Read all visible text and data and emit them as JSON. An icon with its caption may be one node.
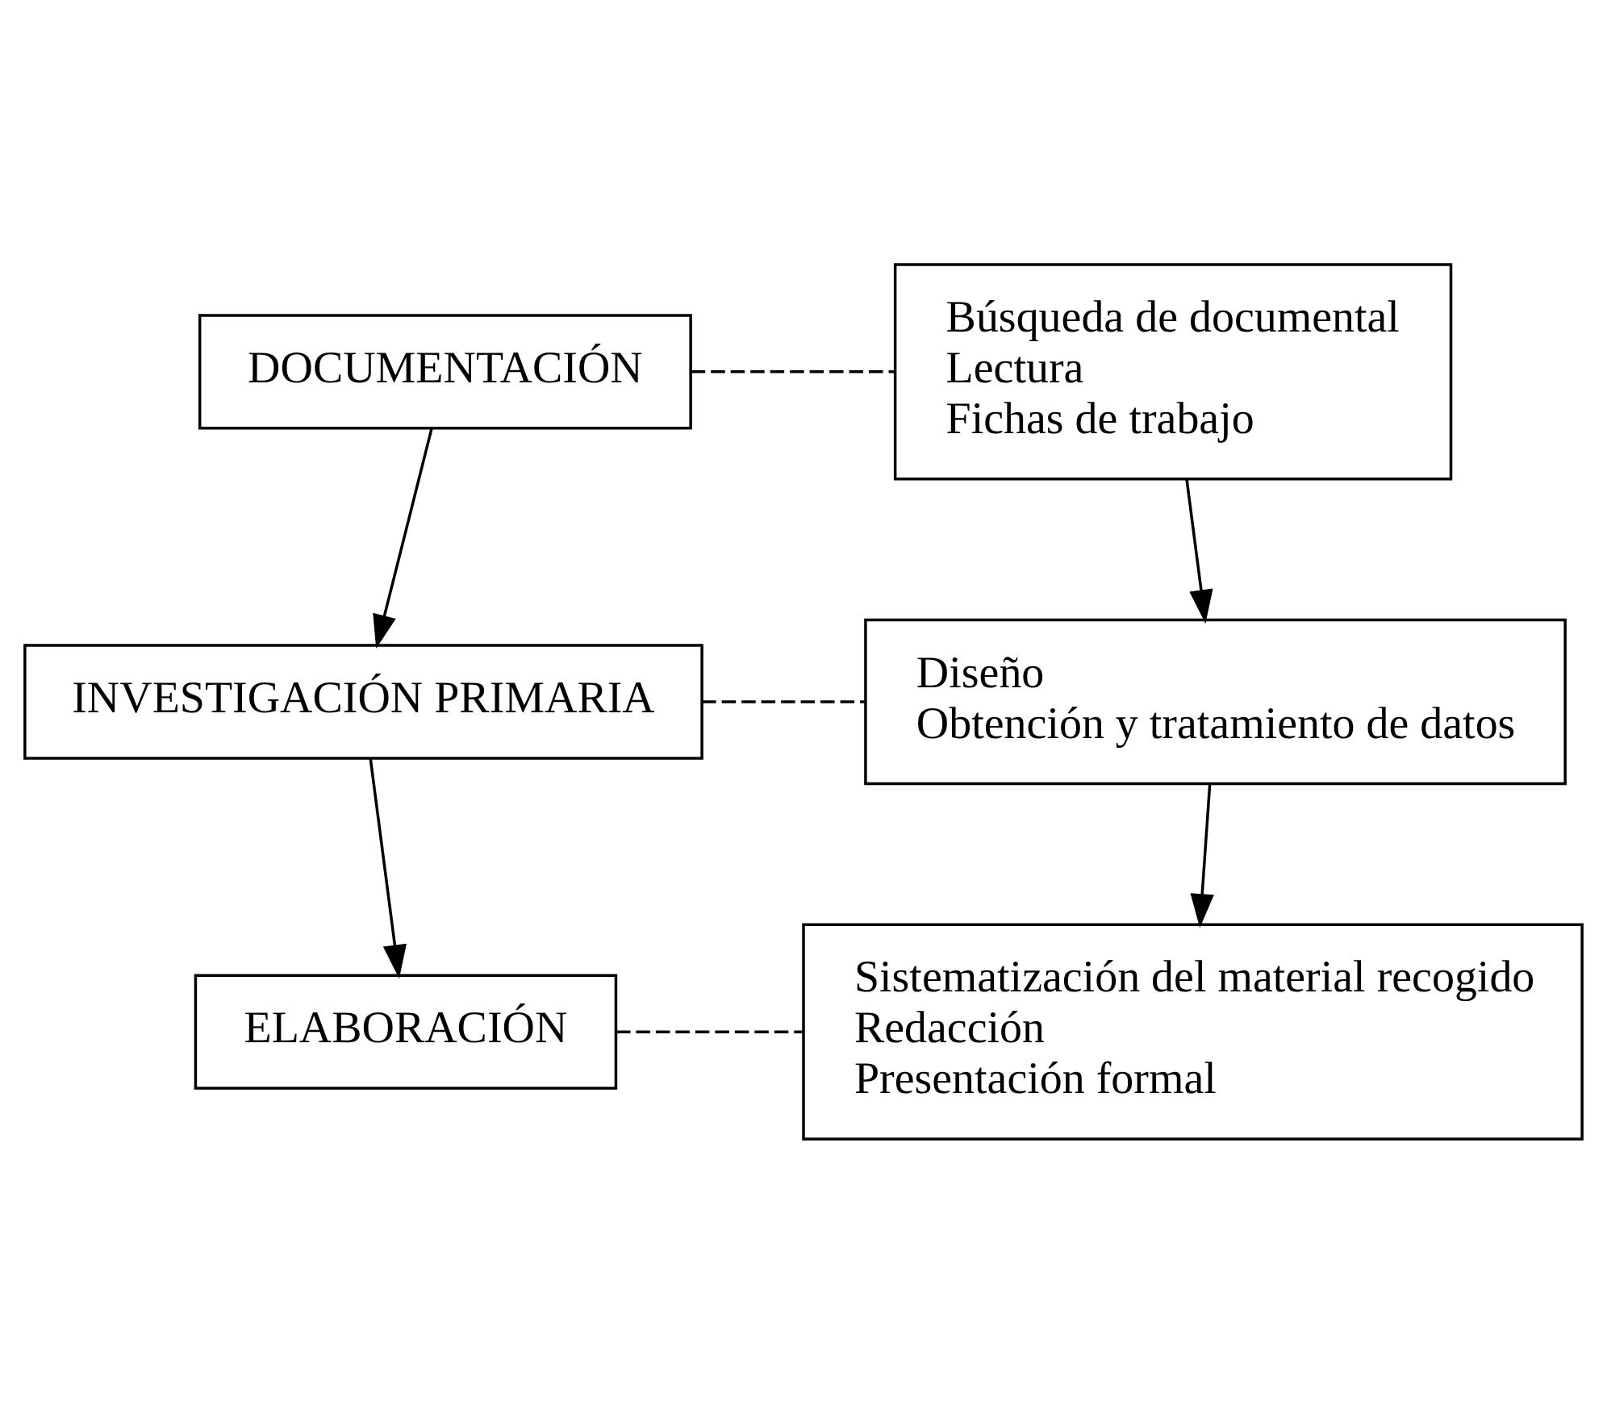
{
  "diagram": {
    "nodes": [
      {
        "text": [
          "DOCUMENTACIÓN"
        ]
      },
      {
        "text": [
          "Búsqueda de documental",
          "Lectura",
          "Fichas de trabajo"
        ]
      },
      {
        "text": [
          "INVESTIGACIÓN PRIMARIA"
        ]
      },
      {
        "text": [
          "Diseño",
          "Obtención y tratamiento de datos"
        ]
      },
      {
        "text": [
          "ELABORACIÓN"
        ]
      },
      {
        "text": [
          "Sistematización del material recogido",
          "Redacción",
          "Presentación formal"
        ]
      }
    ],
    "edges": [
      {
        "from": 0,
        "to": 1,
        "arrow": "none",
        "style": "dashed"
      },
      {
        "from": 0,
        "to": 2,
        "arrow": "to"
      },
      {
        "from": 1,
        "to": 3,
        "arrow": "to"
      },
      {
        "from": 2,
        "to": 3,
        "arrow": "none",
        "style": "dashed"
      },
      {
        "from": 2,
        "to": 4,
        "arrow": "to"
      },
      {
        "from": 3,
        "to": 5,
        "arrow": "to"
      },
      {
        "from": 4,
        "to": 5,
        "arrow": "none",
        "style": "dashed"
      }
    ]
  }
}
